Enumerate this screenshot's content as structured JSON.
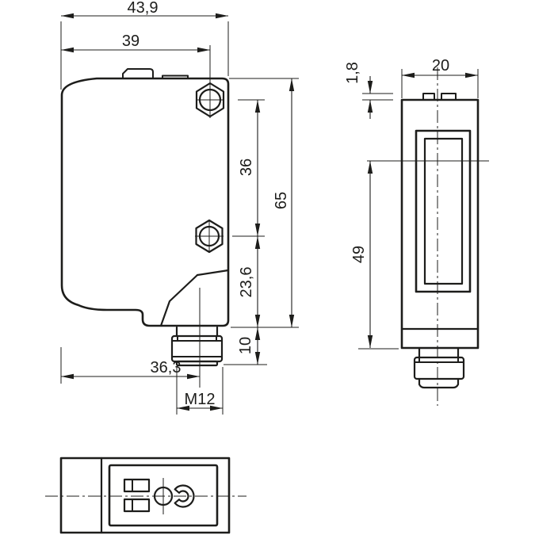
{
  "drawing": {
    "kind": "technical-dimension-drawing",
    "units": "mm",
    "colors": {
      "line": "#1d1d1b",
      "background": "#ffffff"
    },
    "views": {
      "side": {
        "dimensions": {
          "total_width": "43,9",
          "mount_hole_offset": "39",
          "hole_spacing": "36",
          "total_height": "65",
          "hole_to_bottom": "23,6",
          "connector_length": "10",
          "connector_axis_offset": "36,3",
          "connector_thread": "M12"
        }
      },
      "front": {
        "dimensions": {
          "tab_height": "1,8",
          "housing_width": "20",
          "axis_to_bottom": "49"
        }
      },
      "bottom": {
        "dimensions": {}
      }
    }
  }
}
